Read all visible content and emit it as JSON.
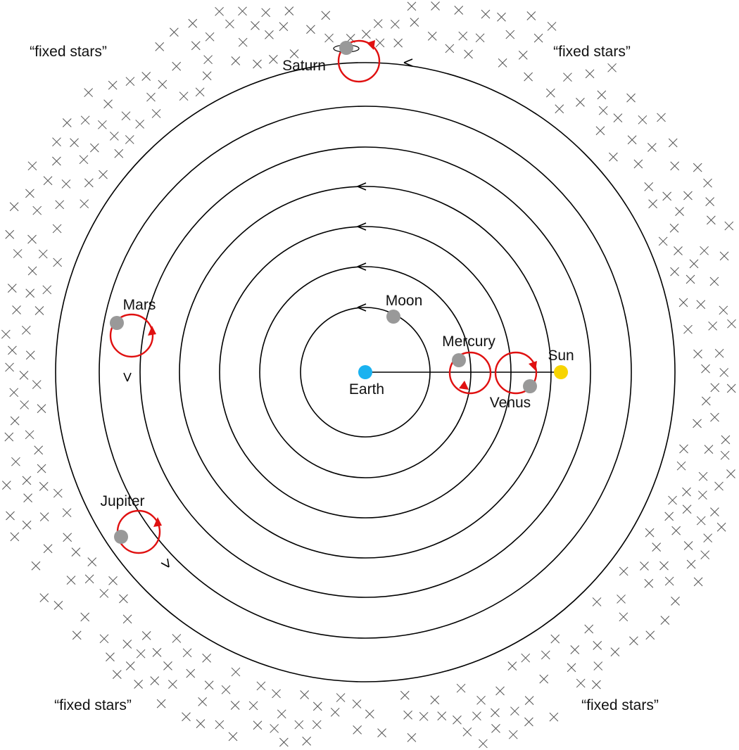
{
  "labels": {
    "saturn": "Saturn",
    "mars": "Mars",
    "jupiter": "Jupiter",
    "moon": "Moon",
    "mercury": "Mercury",
    "venus": "Venus",
    "sun": "Sun",
    "earth": "Earth",
    "fixed_stars": "“fixed stars”"
  },
  "colors": {
    "orbit": "#000000",
    "epicycle": "#e01010",
    "planet": "#999999",
    "earth": "#1ab2f0",
    "sun": "#f7d400",
    "star": "#555555"
  }
}
